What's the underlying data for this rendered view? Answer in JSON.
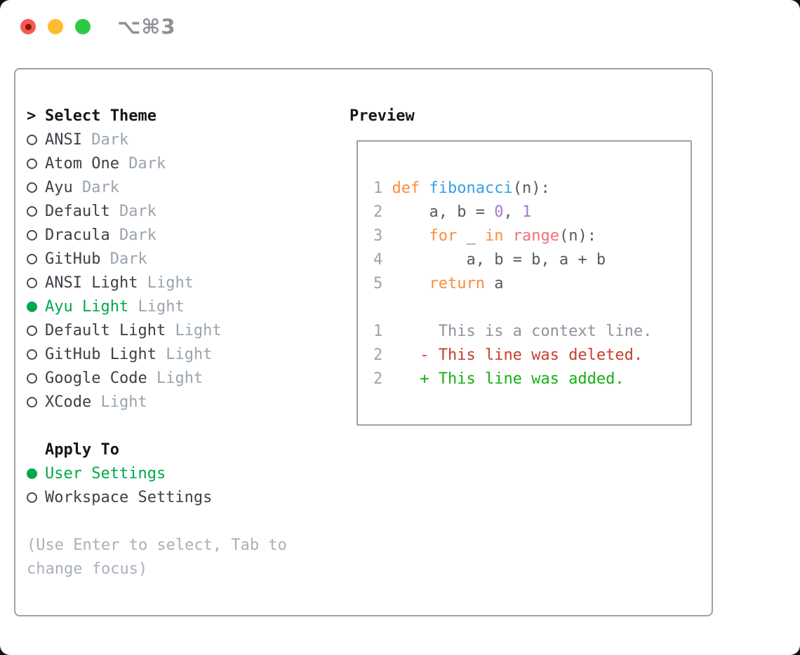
{
  "window": {
    "title": "⌥⌘3"
  },
  "theme_panel": {
    "prompt": ">",
    "title": "Select Theme",
    "themes": [
      {
        "name": "ANSI",
        "variant": "Dark",
        "selected": false
      },
      {
        "name": "Atom One",
        "variant": "Dark",
        "selected": false
      },
      {
        "name": "Ayu",
        "variant": "Dark",
        "selected": false
      },
      {
        "name": "Default",
        "variant": "Dark",
        "selected": false
      },
      {
        "name": "Dracula",
        "variant": "Dark",
        "selected": false
      },
      {
        "name": "GitHub",
        "variant": "Dark",
        "selected": false
      },
      {
        "name": "ANSI Light",
        "variant": "Light",
        "selected": false
      },
      {
        "name": "Ayu Light",
        "variant": "Light",
        "selected": true
      },
      {
        "name": "Default Light",
        "variant": "Light",
        "selected": false
      },
      {
        "name": "GitHub Light",
        "variant": "Light",
        "selected": false
      },
      {
        "name": "Google Code",
        "variant": "Light",
        "selected": false
      },
      {
        "name": "XCode",
        "variant": "Light",
        "selected": false
      }
    ],
    "apply_to": {
      "title": "Apply To",
      "options": [
        {
          "label": "User Settings",
          "selected": true
        },
        {
          "label": "Workspace Settings",
          "selected": false
        }
      ]
    },
    "hint_line1": "(Use Enter to select, Tab to",
    "hint_line2": "change focus)"
  },
  "preview": {
    "title": "Preview",
    "lines": [
      [
        {
          "t": "1 ",
          "c": "ln"
        },
        {
          "t": "def",
          "c": "kw"
        },
        {
          "t": " ",
          "c": "fg"
        },
        {
          "t": "fibonacci",
          "c": "fn"
        },
        {
          "t": "(n):",
          "c": "fg"
        }
      ],
      [
        {
          "t": "2 ",
          "c": "ln"
        },
        {
          "t": "    a, b = ",
          "c": "fg"
        },
        {
          "t": "0",
          "c": "num"
        },
        {
          "t": ", ",
          "c": "fg"
        },
        {
          "t": "1",
          "c": "num"
        }
      ],
      [
        {
          "t": "3 ",
          "c": "ln"
        },
        {
          "t": "    ",
          "c": "fg"
        },
        {
          "t": "for",
          "c": "kw"
        },
        {
          "t": " _ ",
          "c": "fg"
        },
        {
          "t": "in",
          "c": "kw"
        },
        {
          "t": " ",
          "c": "fg"
        },
        {
          "t": "range",
          "c": "call"
        },
        {
          "t": "(n):",
          "c": "fg"
        }
      ],
      [
        {
          "t": "4 ",
          "c": "ln"
        },
        {
          "t": "        a, b = b, a + b",
          "c": "fg"
        }
      ],
      [
        {
          "t": "5 ",
          "c": "ln"
        },
        {
          "t": "    ",
          "c": "fg"
        },
        {
          "t": "return",
          "c": "kw"
        },
        {
          "t": " a",
          "c": "fg"
        }
      ],
      [],
      [
        {
          "t": "1 ",
          "c": "ln"
        },
        {
          "t": "     This is a context line.",
          "c": "ctx"
        }
      ],
      [
        {
          "t": "2 ",
          "c": "ln"
        },
        {
          "t": "   - This line was deleted.",
          "c": "del"
        }
      ],
      [
        {
          "t": "2 ",
          "c": "ln"
        },
        {
          "t": "   + This line was added.",
          "c": "add"
        }
      ]
    ]
  },
  "colors": {
    "green_select": "#00a84d",
    "heading": "#15181b",
    "name": "#3b4147",
    "variant": "#9aa4ae",
    "hint": "#a8b0ba",
    "border": "#9aa2ac",
    "radio_border": "#454b52",
    "ln": "#9ca3ad",
    "fg": "#545b63",
    "kw": "#fa8d3e",
    "fn": "#399ee6",
    "num": "#a37acc",
    "call": "#f07178",
    "ctx": "#8e959d",
    "del": "#c73e2d",
    "add": "#14b014",
    "tl_red": "#f35b51",
    "tl_red_dot": "#8c130b",
    "tl_yellow": "#fdbd2e",
    "tl_green": "#2ec944",
    "title_gray": "#8d9095"
  }
}
